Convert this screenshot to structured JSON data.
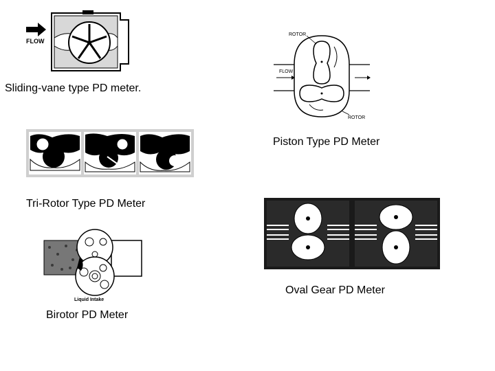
{
  "captions": {
    "sliding_vane": "Sliding-vane type PD meter.",
    "piston": "Piston Type PD Meter",
    "tri_rotor": "Tri-Rotor Type PD Meter",
    "oval_gear": "Oval Gear PD Meter",
    "birotor": "Birotor PD Meter"
  },
  "figure_labels": {
    "sliding_vane_flow": "FLOW",
    "piston_rotor_top": "ROTOR",
    "piston_rotor_bottom": "ROTOR",
    "piston_flow": "FLOW",
    "birotor_intake": "Liquid Intake"
  }
}
